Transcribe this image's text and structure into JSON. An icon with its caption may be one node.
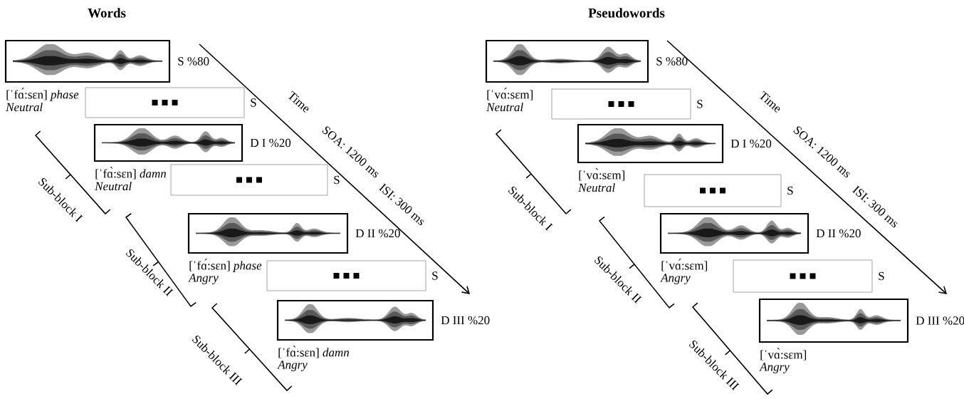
{
  "diagram": {
    "nodes": [
      {
        "text": [],
        "shape": "picture",
        "beside": [
          "S %80",
          "[ˈfɑ́:sɛn] *phase*",
          "Neutral"
        ]
      },
      {
        "text": [],
        "shape": "box",
        "beside": [
          "S"
        ]
      },
      {
        "text": [],
        "shape": "picture",
        "beside": [
          "D I %20",
          "[ˈfɑ̀:sɛn] *damn*",
          "Neutral"
        ]
      },
      {
        "text": [],
        "shape": "box",
        "beside": [
          "S"
        ]
      },
      {
        "text": [],
        "shape": "picture",
        "beside": [
          "D II %20",
          "[ˈfɑ́:sɛn] *phase*",
          "Angry"
        ]
      },
      {
        "text": [],
        "shape": "box",
        "beside": [
          "S"
        ]
      },
      {
        "text": [],
        "shape": "picture",
        "beside": [
          "D III %20",
          "[ˈfɑ̀:sɛn] *damn*",
          "Angry"
        ]
      },
      {
        "text": [],
        "shape": "picture",
        "beside": [
          "S %80",
          "[ˈvɑ́:sɛm]",
          "Neutral"
        ]
      },
      {
        "text": [],
        "shape": "box",
        "beside": [
          "S"
        ]
      },
      {
        "text": [],
        "shape": "picture",
        "beside": [
          "D I %20",
          "[ˈvɑ̀:sɛm]",
          "Neutral"
        ]
      },
      {
        "text": [],
        "shape": "box",
        "beside": [
          "S"
        ]
      },
      {
        "text": [],
        "shape": "picture",
        "beside": [
          "D II %20",
          "[ˈvɑ́:sɛm]",
          "Angry"
        ]
      },
      {
        "text": [],
        "shape": "box",
        "beside": [
          "S"
        ]
      },
      {
        "text": [],
        "shape": "picture",
        "beside": [
          "D III %20",
          "[ˈvɑ̀:sɛm]",
          "Angry"
        ]
      }
    ],
    "labels": [
      "Words",
      "Pseudowords",
      "Time",
      "SOA: 1200 ms",
      "ISI: 300 ms",
      "Sub-block I",
      "Sub-block II",
      "Sub-block III",
      "Time",
      "SOA: 1200 ms",
      "ISI: 300 ms",
      "Sub-block I",
      "Sub-block II",
      "Sub-block III"
    ]
  }
}
